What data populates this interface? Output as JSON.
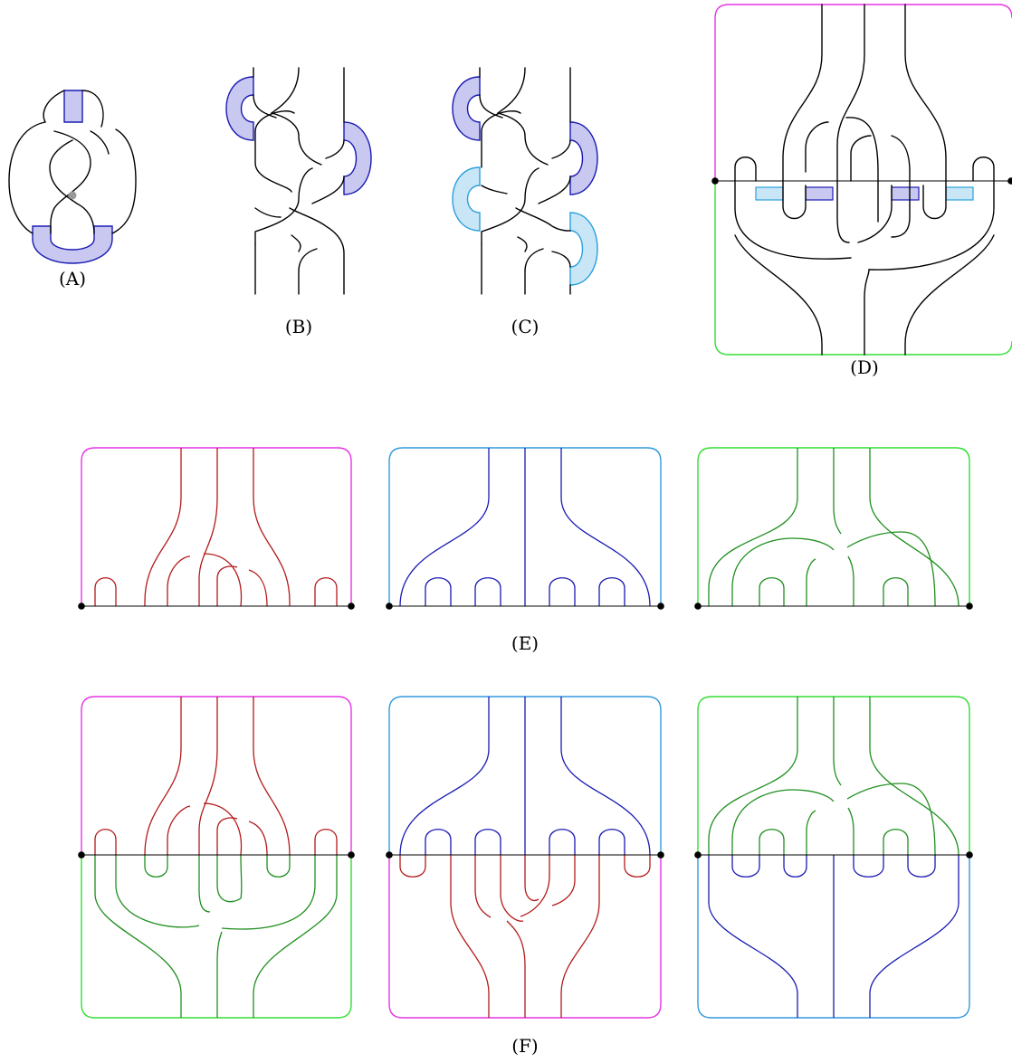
{
  "labels": {
    "a": "(A)",
    "b": "(B)",
    "c": "(C)",
    "d": "(D)",
    "e": "(E)",
    "f": "(F)"
  },
  "colors": {
    "magenta": "#e633e6",
    "green": "#33dd33",
    "sky": "#3399dd",
    "red": "#b31a1a",
    "blue": "#1a1ab3",
    "darkgreen": "#1f8f1f",
    "band_fill": "#c8c8f0",
    "band_stroke": "#1a1ab3",
    "light_band_fill": "#c9e6f7",
    "light_band_stroke": "#2aa0dd",
    "dot": "#999999"
  }
}
